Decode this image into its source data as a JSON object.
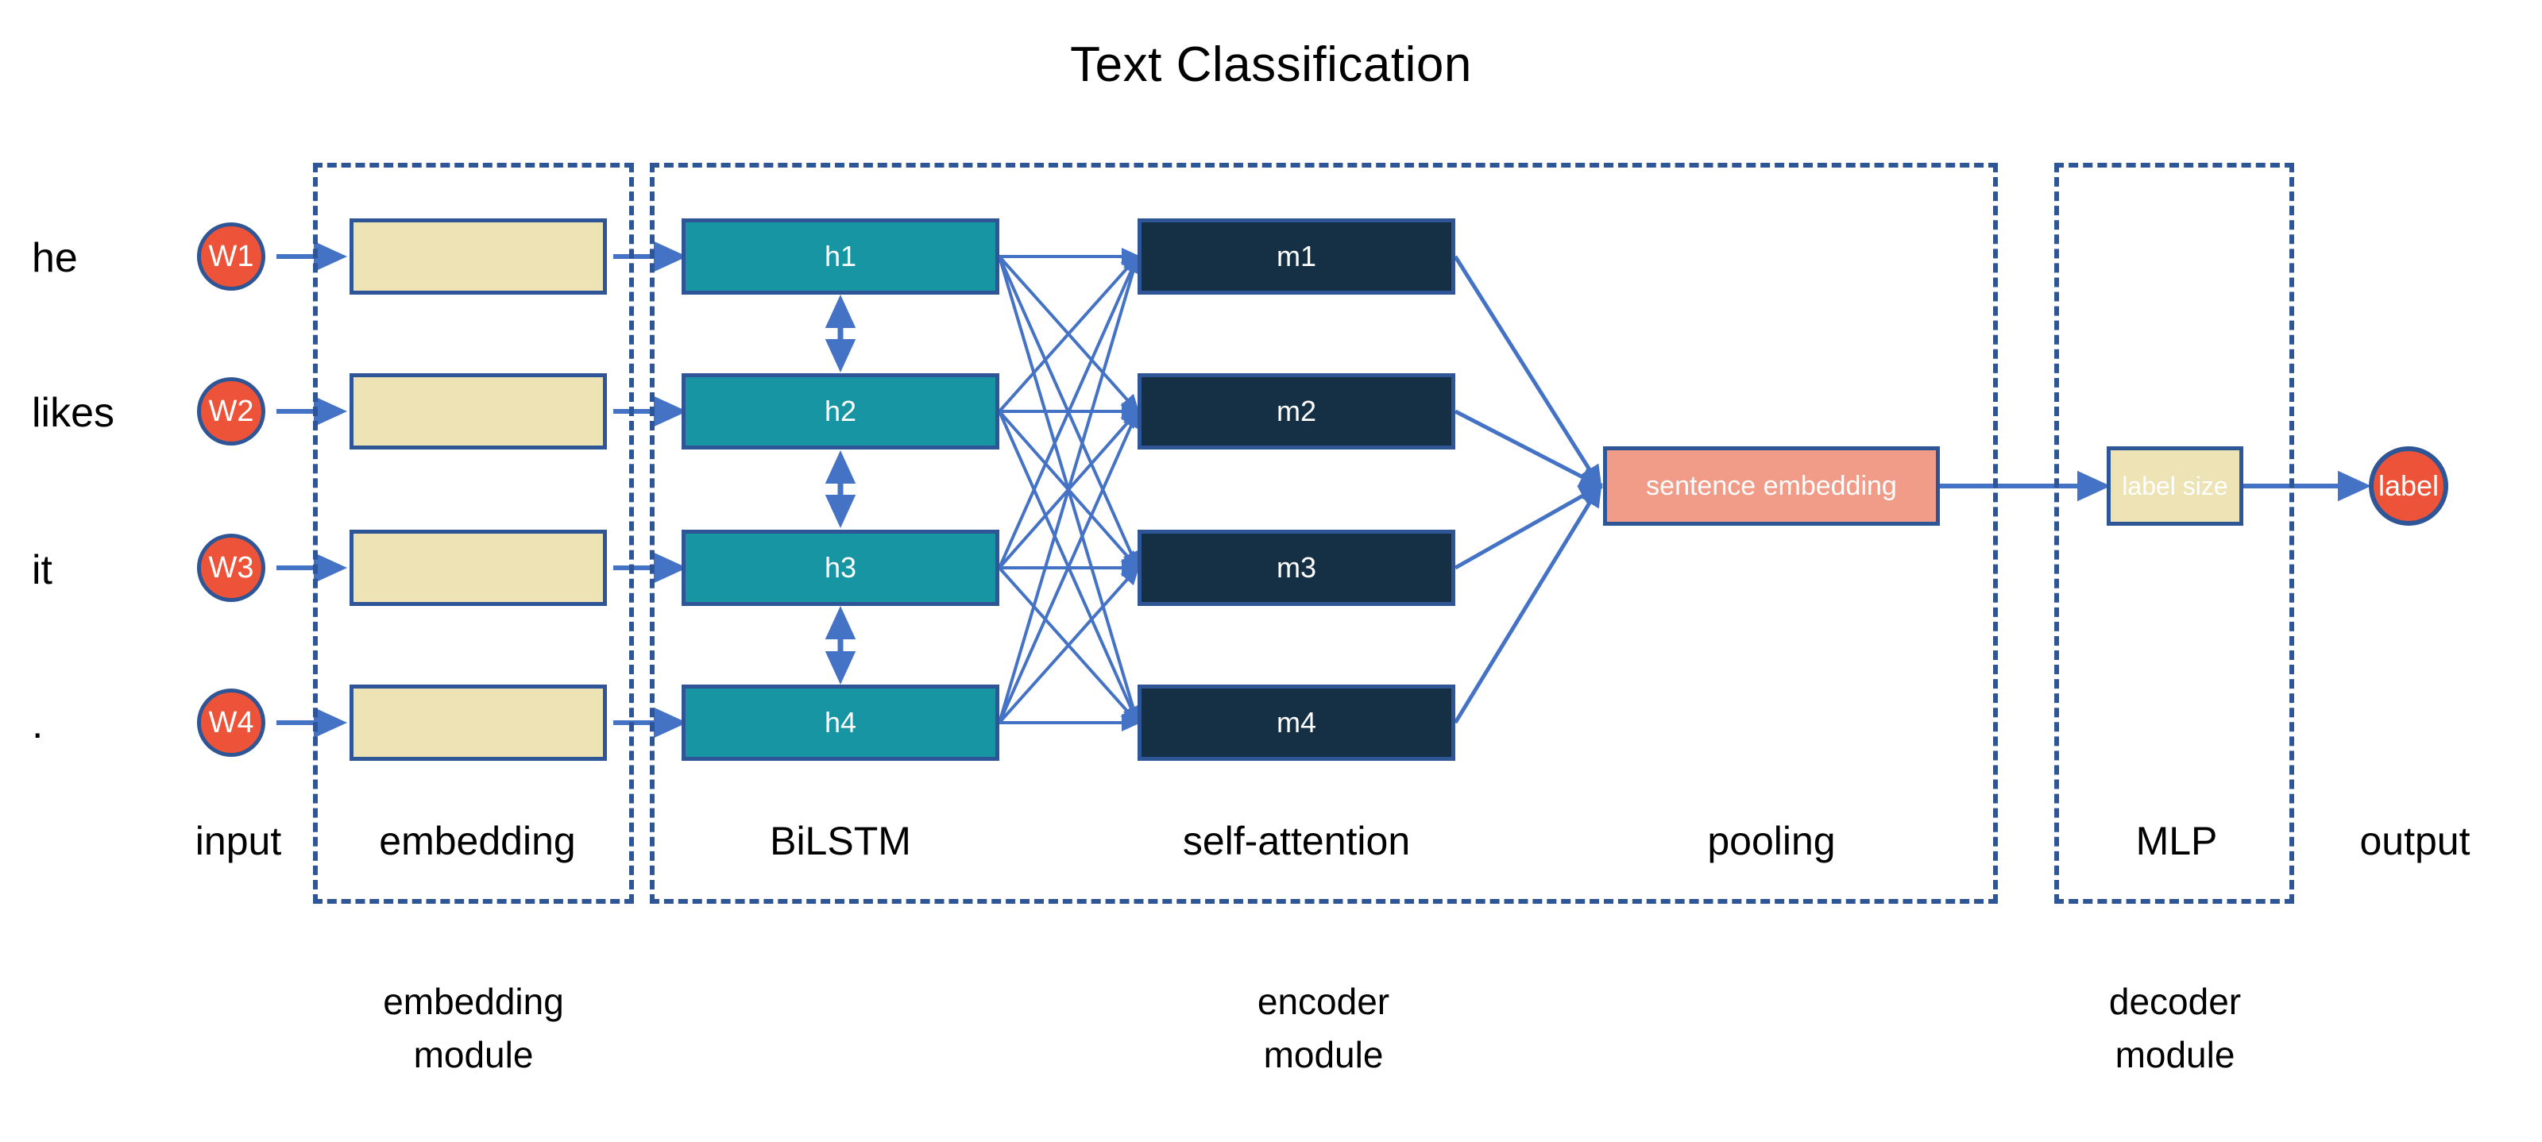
{
  "title": "Text Classification",
  "input": {
    "words": [
      "he",
      "likes",
      "it",
      "."
    ],
    "tokens": [
      "W1",
      "W2",
      "W3",
      "W4"
    ]
  },
  "embedding": {
    "boxes": [
      "",
      "",
      "",
      ""
    ]
  },
  "bilstm": {
    "boxes": [
      "h1",
      "h2",
      "h3",
      "h4"
    ]
  },
  "self_attention": {
    "boxes": [
      "m1",
      "m2",
      "m3",
      "m4"
    ]
  },
  "pooling": {
    "box": "sentence embedding"
  },
  "mlp": {
    "box": "label size"
  },
  "output": {
    "box": "label"
  },
  "stage_captions": {
    "input": "input",
    "embedding": "embedding",
    "bilstm": "BiLSTM",
    "self_attention": "self-attention",
    "pooling": "pooling",
    "mlp": "MLP",
    "output": "output"
  },
  "module_captions": {
    "embedding_line1": "embedding",
    "embedding_line2": "module",
    "encoder_line1": "encoder",
    "encoder_line2": "module",
    "decoder_line1": "decoder",
    "decoder_line2": "module"
  },
  "colors": {
    "border_blue": "#2E5596",
    "arrow_blue": "#4472C4",
    "cream": "#EDE3B4",
    "teal": "#1795A3",
    "navy": "#152F45",
    "salmon": "#F09C88",
    "orange": "#ED5338",
    "background": "#FFFFFF",
    "text_dark": "#000000",
    "text_light": "#FFFFFF"
  }
}
